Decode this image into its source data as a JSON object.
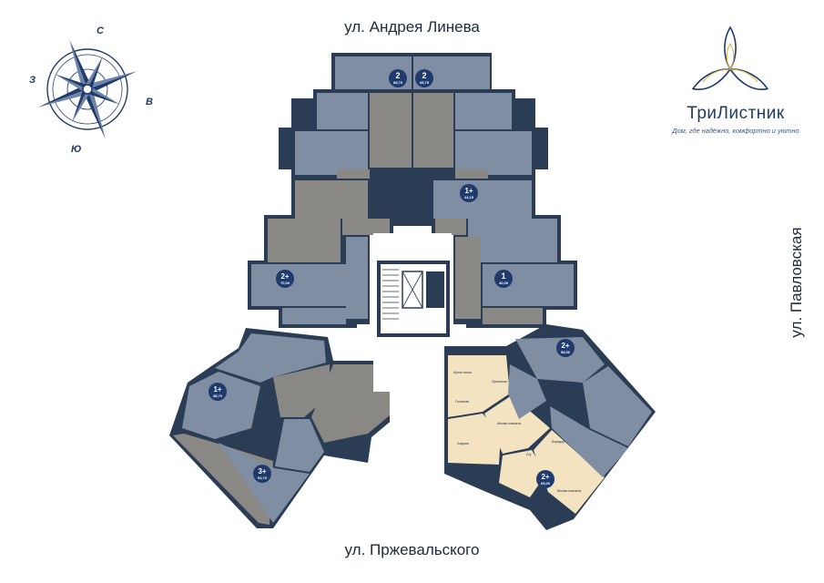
{
  "streets": {
    "top": "ул. Андрея Линева",
    "bottom": "ул. Пржевальского",
    "right": "ул. Павловская"
  },
  "compass": {
    "n": "С",
    "s": "Ю",
    "w": "З",
    "e": "В"
  },
  "logo": {
    "name": "ТриЛистник",
    "tagline": "Дом, где надёжно, комфортно и уютно"
  },
  "colors": {
    "wall": "#2b3d55",
    "apartment_blue": "#7f8ea3",
    "apartment_grey": "#8a8884",
    "highlight": "#f3e3c1",
    "corridor": "#ffffff",
    "badge": "#1f3a6b"
  },
  "apartments": [
    {
      "rooms": "2",
      "area": "68,75"
    },
    {
      "rooms": "2",
      "area": "68,75"
    },
    {
      "rooms": "1+",
      "area": "44,15"
    },
    {
      "rooms": "2+",
      "area": "70,00"
    },
    {
      "rooms": "1",
      "area": "40,00"
    },
    {
      "rooms": "2+",
      "area": "58,50"
    },
    {
      "rooms": "1+",
      "area": "38,70"
    },
    {
      "rooms": "3+",
      "area": "94,70"
    },
    {
      "rooms": "2+",
      "area": "69,00"
    }
  ],
  "room_labels": {
    "highlight_kitchen": "Кухня-ниша",
    "highlight_hall": "Прихожая",
    "highlight_living": "Гостиная",
    "highlight_bedroom": "Жилая комната",
    "highlight_loggia": "Лоджия",
    "highlight_bath": "С/у",
    "highlight_corridor": "Коридор",
    "highlight_room2": "Жилая комната"
  }
}
